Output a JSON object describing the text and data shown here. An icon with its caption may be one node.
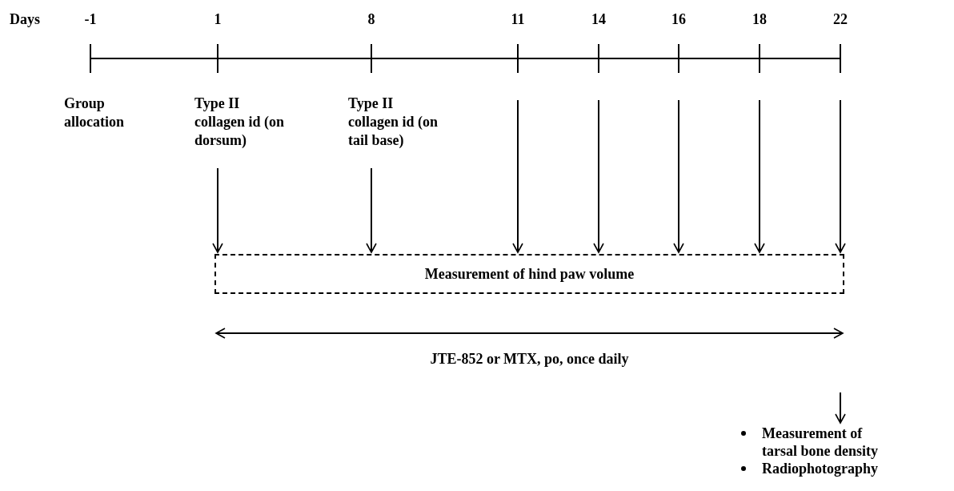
{
  "diagram": {
    "nodes": [
      {
        "text": [
          "Type II collagen id (on dorsum)"
        ]
      },
      {
        "text": [
          "Type II collagen id (on tail base)"
        ]
      },
      {
        "text": [
          "Measurement of hind paw volume"
        ]
      },
      {
        "text": [
          "Measurement of tarsal bone density",
          "Radiophotography"
        ]
      }
    ],
    "edges": [
      {
        "from": 0,
        "to": 2,
        "arrow": "to"
      },
      {
        "from": 1,
        "to": 2,
        "arrow": "to"
      },
      {
        "from": null,
        "to": 2,
        "arrow": "to"
      },
      {
        "from": null,
        "to": 2,
        "arrow": "to"
      },
      {
        "from": null,
        "to": 2,
        "arrow": "to"
      },
      {
        "from": null,
        "to": 2,
        "arrow": "to"
      },
      {
        "from": null,
        "to": 2,
        "arrow": "to"
      },
      {
        "from": null,
        "to": 3,
        "arrow": "to"
      }
    ],
    "labels": [
      "Days",
      "-1",
      "1",
      "8",
      "11",
      "14",
      "16",
      "18",
      "22",
      "Group allocation",
      "JTE-852 or MTX, po, once daily"
    ]
  }
}
